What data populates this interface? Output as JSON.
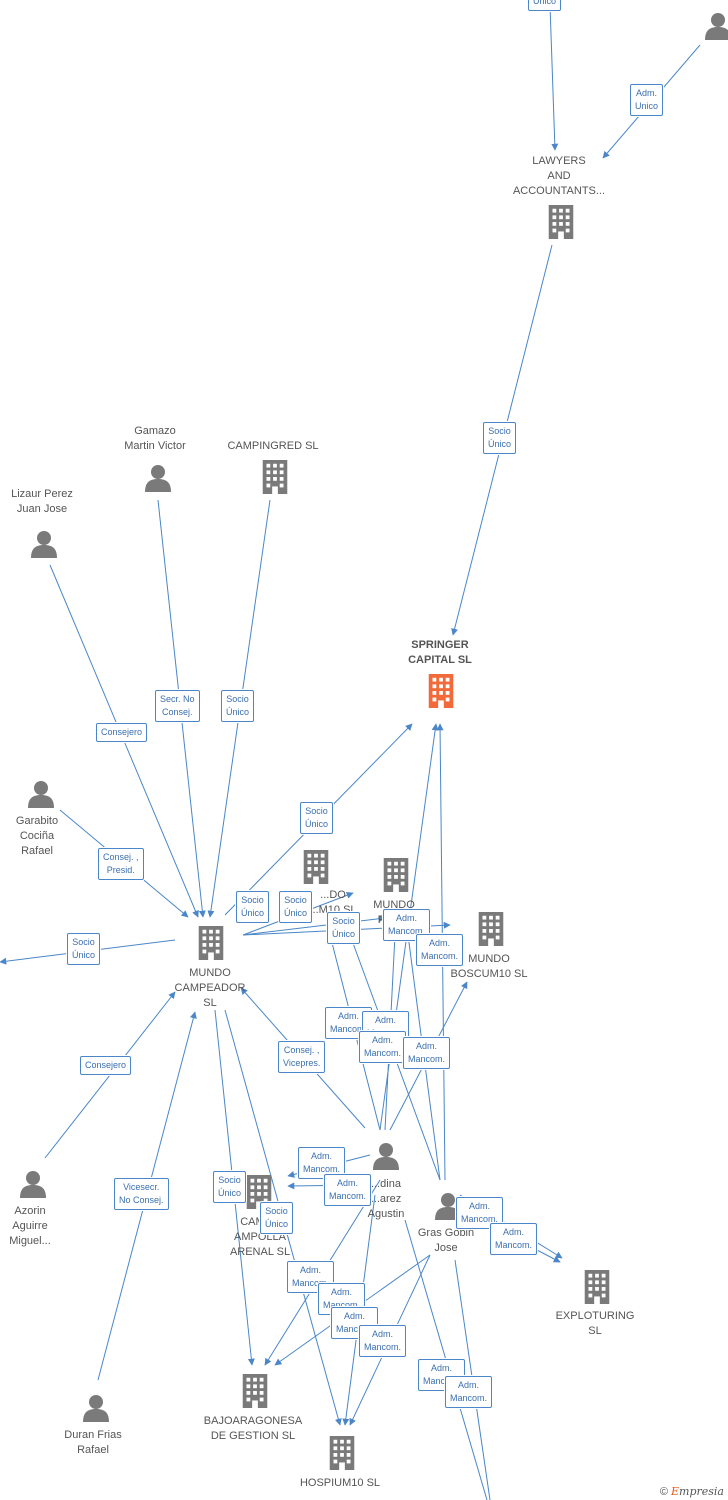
{
  "companies": {
    "lawyers": "LAWYERS\nAND\nACCOUNTANTS...",
    "springer": "SPRINGER\nCAPITAL  SL",
    "campingred": "CAMPINGRED SL",
    "mundo_campeador": "MUNDO\nCAMPEADOR\nSL",
    "mundo_racing": "MUNDO\nRAC...",
    "mundo_m10": "...DO\n...M10  SL",
    "mundo_boscum": "MUNDO\nBOSCUM10  SL",
    "campo_ampolla": "CAMP...\nAMPOLLA\nARENAL SL",
    "exploturing": "EXPLOTURING\nSL",
    "bajoaragonesa": "BAJOARAGONESA\nDE GESTION  SL",
    "hospium": "HOSPIUM10  SL"
  },
  "persons": {
    "gamazo": "Gamazo\nMartin Victor",
    "lizaur": "Lizaur Perez\nJuan Jose",
    "garabito": "Garabito\nCociña\nRafael",
    "azorin": "Azorin\nAguirre\nMiguel...",
    "duran": "Duran Frias\nRafael",
    "medina": "...dina\n...arez\nAgustin",
    "gras": "Gras Gobin\nJose"
  },
  "edges": {
    "top_unico": "Único",
    "adm_unico": "Adm.\nUnico",
    "socio_unico_springer": "Socio\nÚnico",
    "secr_no_consej": "Secr.  No\nConsej.",
    "socio_unico_campingred": "Socio\nÚnico",
    "consejero_lizaur": "Consejero",
    "consej_presid": "Consej. ,\nPresid.",
    "socio_unico_left": "Socio\nÚnico",
    "socio_unico_up": "Socio\nÚnico",
    "socio_unico_a": "Socio\nÚnico",
    "socio_unico_b": "Socio\nÚnico",
    "socio_unico_c": "Socio\nÚnico",
    "adm_mancom_1": "Adm.\nMancom.",
    "adm_mancom_2": "Adm.\nMancom.",
    "consejero_azorin": "Consejero",
    "consej_vicepres": "Consej. ,\nVicepres.",
    "adm_mancom_3": "Adm.\nMancom.",
    "adm_mancom_3b": "Adm.\nMancom.",
    "adm_mancom_4": "Adm.\nMancom.",
    "adm_mancom_5": "Adm.\nMancom.",
    "vicesecr": "Vicesecr.\nNo Consej.",
    "socio_unico_d": "Socio\nÚnico",
    "socio_unico_e": "Socio\nÚnico",
    "adm_mancom_6": "Adm.\nMancom.",
    "adm_mancom_7": "Adm.\nMancom.",
    "adm_mancom_8": "Adm.\nMancom.",
    "adm_mancom_9": "Adm.\nMancom.",
    "adm_mancom_10": "Adm.\nMancom.",
    "adm_mancom_11": "Adm.\nMancom.",
    "adm_mancom_12": "Adm.\nMancom.",
    "adm_mancom_13": "Adm.\nMancom.",
    "adm_mancom_14": "Adm.\nMancom.",
    "adm_mancom_15": "Adm.\nMancom."
  },
  "colors": {
    "edge": "#4a86c8",
    "node": "#7a7a7a",
    "highlight": "#f26a3a"
  },
  "footer": {
    "copyright": "©",
    "brand_first": "E",
    "brand_rest": "mpresia"
  }
}
